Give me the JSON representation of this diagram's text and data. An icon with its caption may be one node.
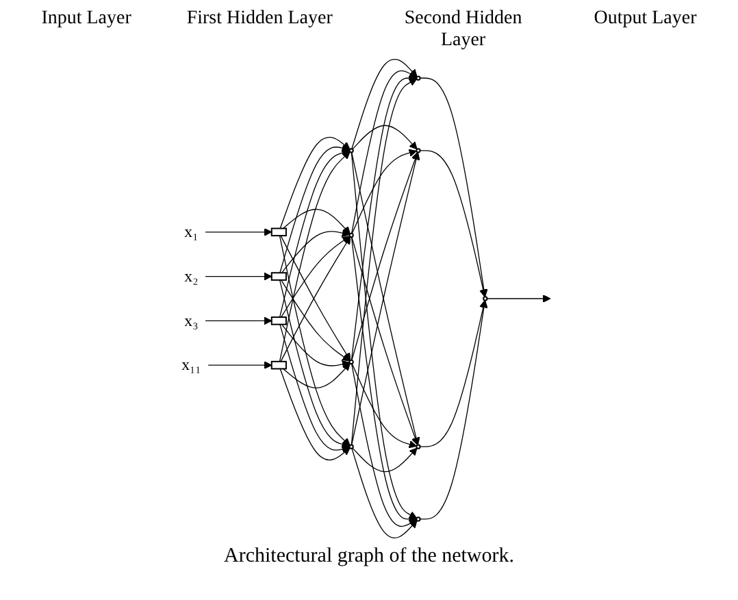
{
  "diagram": {
    "caption": "Architectural graph of  the network.",
    "nodes": [
      {
        "text": [
          "x₁"
        ]
      },
      {
        "text": [
          "x₂"
        ]
      },
      {
        "text": [
          "x₃"
        ]
      },
      {
        "text": [
          "x₁₁"
        ]
      },
      {
        "text": [],
        "shape": "box"
      },
      {
        "text": [],
        "shape": "box"
      },
      {
        "text": [],
        "shape": "box"
      },
      {
        "text": [],
        "shape": "box"
      },
      {
        "text": [],
        "shape": "circle"
      },
      {
        "text": [],
        "shape": "circle"
      },
      {
        "text": [],
        "shape": "circle"
      },
      {
        "text": [],
        "shape": "circle"
      },
      {
        "text": [],
        "shape": "circle"
      },
      {
        "text": [],
        "shape": "circle"
      },
      {
        "text": [],
        "shape": "circle"
      },
      {
        "text": [],
        "shape": "circle"
      },
      {
        "text": [],
        "shape": "circle"
      }
    ],
    "edges": [
      {
        "from": 0,
        "to": 4,
        "arrow": "to"
      },
      {
        "from": 1,
        "to": 5,
        "arrow": "to"
      },
      {
        "from": 2,
        "to": 6,
        "arrow": "to"
      },
      {
        "from": 3,
        "to": 7,
        "arrow": "to"
      },
      {
        "from": 4,
        "to": 8,
        "arrow": "to"
      },
      {
        "from": 4,
        "to": 9,
        "arrow": "to"
      },
      {
        "from": 4,
        "to": 10,
        "arrow": "to"
      },
      {
        "from": 4,
        "to": 11,
        "arrow": "to"
      },
      {
        "from": 5,
        "to": 8,
        "arrow": "to"
      },
      {
        "from": 5,
        "to": 9,
        "arrow": "to"
      },
      {
        "from": 5,
        "to": 10,
        "arrow": "to"
      },
      {
        "from": 5,
        "to": 11,
        "arrow": "to"
      },
      {
        "from": 6,
        "to": 8,
        "arrow": "to"
      },
      {
        "from": 6,
        "to": 9,
        "arrow": "to"
      },
      {
        "from": 6,
        "to": 10,
        "arrow": "to"
      },
      {
        "from": 6,
        "to": 11,
        "arrow": "to"
      },
      {
        "from": 7,
        "to": 8,
        "arrow": "to"
      },
      {
        "from": 7,
        "to": 9,
        "arrow": "to"
      },
      {
        "from": 7,
        "to": 10,
        "arrow": "to"
      },
      {
        "from": 7,
        "to": 11,
        "arrow": "to"
      },
      {
        "from": 8,
        "to": 12,
        "arrow": "to"
      },
      {
        "from": 8,
        "to": 13,
        "arrow": "to"
      },
      {
        "from": 8,
        "to": 14,
        "arrow": "to"
      },
      {
        "from": 8,
        "to": 15,
        "arrow": "to"
      },
      {
        "from": 9,
        "to": 12,
        "arrow": "to"
      },
      {
        "from": 9,
        "to": 13,
        "arrow": "to"
      },
      {
        "from": 9,
        "to": 14,
        "arrow": "to"
      },
      {
        "from": 9,
        "to": 15,
        "arrow": "to"
      },
      {
        "from": 10,
        "to": 12,
        "arrow": "to"
      },
      {
        "from": 10,
        "to": 13,
        "arrow": "to"
      },
      {
        "from": 10,
        "to": 14,
        "arrow": "to"
      },
      {
        "from": 10,
        "to": 15,
        "arrow": "to"
      },
      {
        "from": 11,
        "to": 12,
        "arrow": "to"
      },
      {
        "from": 11,
        "to": 13,
        "arrow": "to"
      },
      {
        "from": 11,
        "to": 14,
        "arrow": "to"
      },
      {
        "from": 11,
        "to": 15,
        "arrow": "to"
      },
      {
        "from": 12,
        "to": 16,
        "arrow": "to"
      },
      {
        "from": 13,
        "to": 16,
        "arrow": "to"
      },
      {
        "from": 14,
        "to": 16,
        "arrow": "to"
      },
      {
        "from": 15,
        "to": 16,
        "arrow": "to"
      },
      {
        "from": 16,
        "to": null,
        "arrow": "to"
      }
    ],
    "labels": [
      "Input Layer",
      "First Hidden Layer",
      "Second Hidden Layer",
      "Output Layer"
    ]
  }
}
